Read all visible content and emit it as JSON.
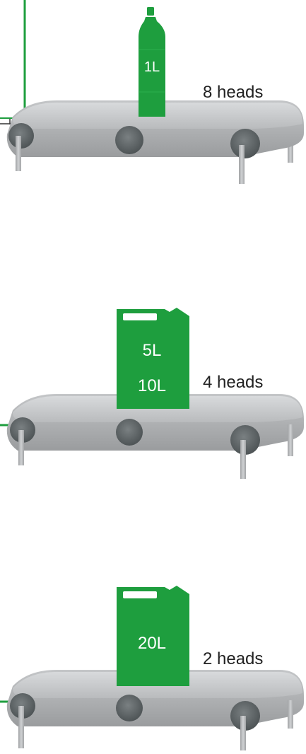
{
  "colors": {
    "green": "#1e9e3e",
    "belt_top": "#c9cbcd",
    "belt_side": "#aeb0b2",
    "roller_dark": "#5e6466",
    "leg": "#b5b7b9",
    "text": "#222222"
  },
  "stations": [
    {
      "container": "bottle",
      "volume_labels": [
        "1L"
      ],
      "heads_label": "8 heads"
    },
    {
      "container": "jerrycan",
      "volume_labels": [
        "5L",
        "10L"
      ],
      "heads_label": "4 heads"
    },
    {
      "container": "jerrycan",
      "volume_labels": [
        "20L"
      ],
      "heads_label": "2 heads"
    }
  ]
}
